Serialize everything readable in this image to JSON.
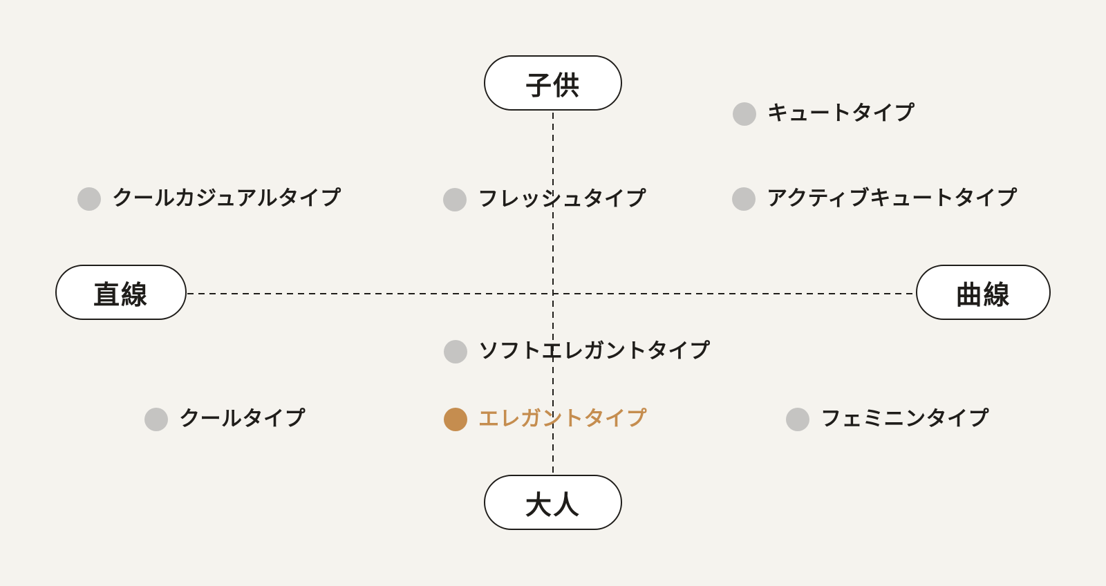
{
  "diagram": {
    "title": "style-type-quadrant-map",
    "axes": {
      "top": "子供",
      "bottom": "大人",
      "left": "直線",
      "right": "曲線"
    },
    "items": [
      {
        "label": "キュートタイプ",
        "quadrant": "top-right",
        "highlighted": false
      },
      {
        "label": "クールカジュアルタイプ",
        "quadrant": "top-left",
        "highlighted": false
      },
      {
        "label": "フレッシュタイプ",
        "quadrant": "top-center",
        "highlighted": false
      },
      {
        "label": "アクティブキュートタイプ",
        "quadrant": "top-right",
        "highlighted": false
      },
      {
        "label": "ソフトエレガントタイプ",
        "quadrant": "bottom-center",
        "highlighted": false
      },
      {
        "label": "クールタイプ",
        "quadrant": "bottom-left",
        "highlighted": false
      },
      {
        "label": "エレガントタイプ",
        "quadrant": "bottom-center",
        "highlighted": true
      },
      {
        "label": "フェミニンタイプ",
        "quadrant": "bottom-right",
        "highlighted": false
      }
    ]
  },
  "colors": {
    "background": "#f5f3ee",
    "ink": "#1f1d1a",
    "dot": "#c5c4c2",
    "accent": "#c58d4f",
    "pill_fill": "#ffffff"
  }
}
